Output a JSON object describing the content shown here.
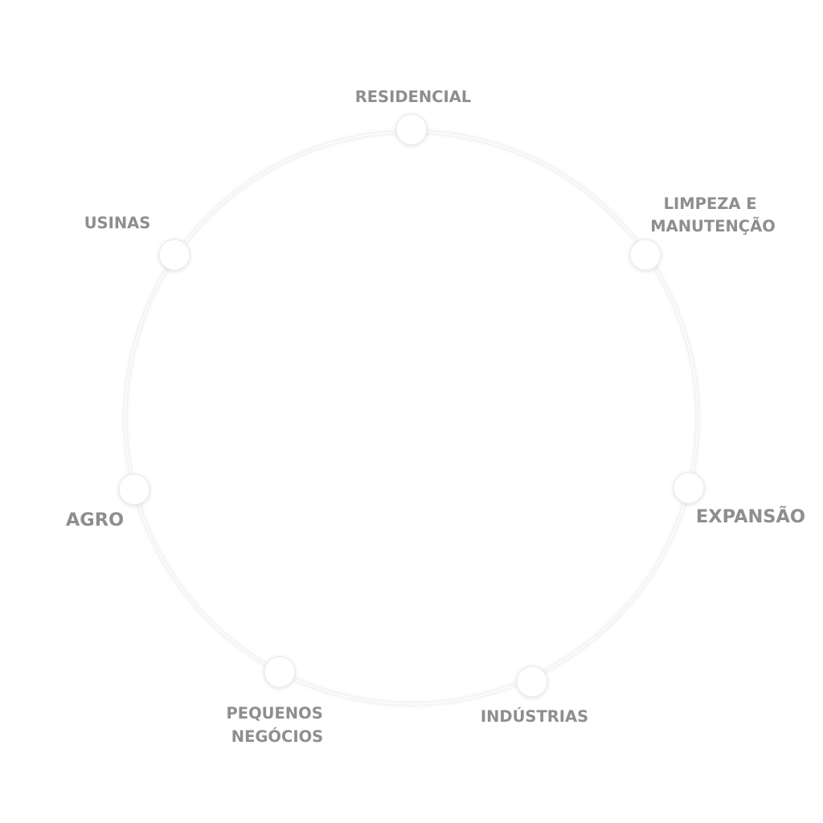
{
  "segments": [
    {
      "id": "residencial",
      "lines": [
        "RESIDENCIAL"
      ]
    },
    {
      "id": "limpeza",
      "lines": [
        "LIMPEZA E",
        "MANUTENÇÃO"
      ]
    },
    {
      "id": "expansao",
      "lines": [
        "EXPANSÃO"
      ]
    },
    {
      "id": "industrias",
      "lines": [
        "INDÚSTRIAS"
      ]
    },
    {
      "id": "pequenos-negocios",
      "lines": [
        "PEQUENOS",
        "NEGÓCIOS"
      ]
    },
    {
      "id": "agro",
      "lines": [
        "AGRO"
      ]
    },
    {
      "id": "usinas",
      "lines": [
        "USINAS"
      ]
    }
  ],
  "colors": {
    "label": "#8e8e8e",
    "ring": "#e9e9e9",
    "node": "#ffffff"
  }
}
